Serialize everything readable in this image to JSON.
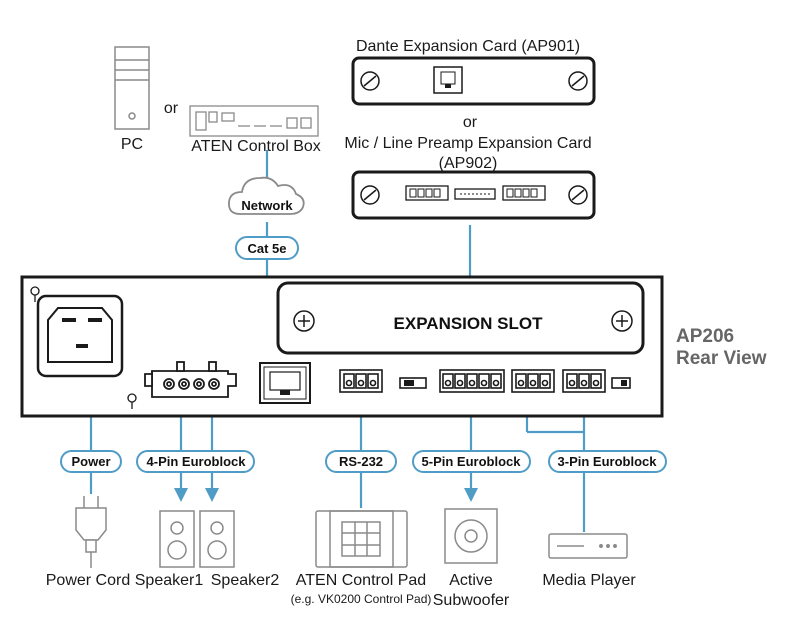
{
  "devices": {
    "pc_label": "PC",
    "or_1": "or",
    "control_box_label": "ATEN Control Box",
    "dante_card_label": "Dante Expansion Card (AP901)",
    "or_2": "or",
    "preamp_card_label_line1": "Mic / Line Preamp Expansion Card",
    "preamp_card_label_line2": "(AP902)",
    "network_cloud_label": "Network"
  },
  "rear_panel": {
    "expansion_slot_label": "EXPANSION SLOT",
    "model": "AP206",
    "view": "Rear View"
  },
  "connections": {
    "cat5e": "Cat 5e",
    "power": "Power",
    "euroblock_4pin": "4-Pin Euroblock",
    "rs232": "RS-232",
    "euroblock_5pin": "5-Pin Euroblock",
    "euroblock_3pin": "3-Pin Euroblock"
  },
  "peripherals": {
    "power_cord": "Power Cord",
    "speaker1": "Speaker1",
    "speaker2": "Speaker2",
    "control_pad": "ATEN Control Pad",
    "control_pad_example": "(e.g. VK0200 Control Pad)",
    "subwoofer_line1": "Active",
    "subwoofer_line2": "Subwoofer",
    "media_player": "Media Player"
  },
  "colors": {
    "line_blue": "#4f9cc6",
    "outline": "#1a1a1a",
    "device_gray": "#8a8a8a"
  }
}
